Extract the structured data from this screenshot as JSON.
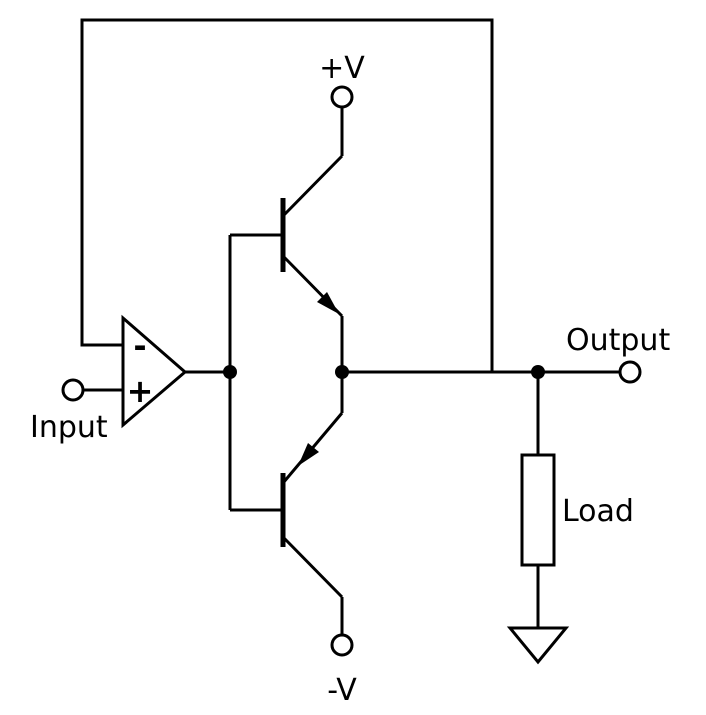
{
  "colors": {
    "line": "#000000",
    "background": "#ffffff"
  },
  "labels": {
    "positive_supply": "+V",
    "negative_supply": "-V",
    "input": "Input",
    "output": "Output",
    "load": "Load",
    "opamp_inverting": "-",
    "opamp_noninverting": "+"
  }
}
